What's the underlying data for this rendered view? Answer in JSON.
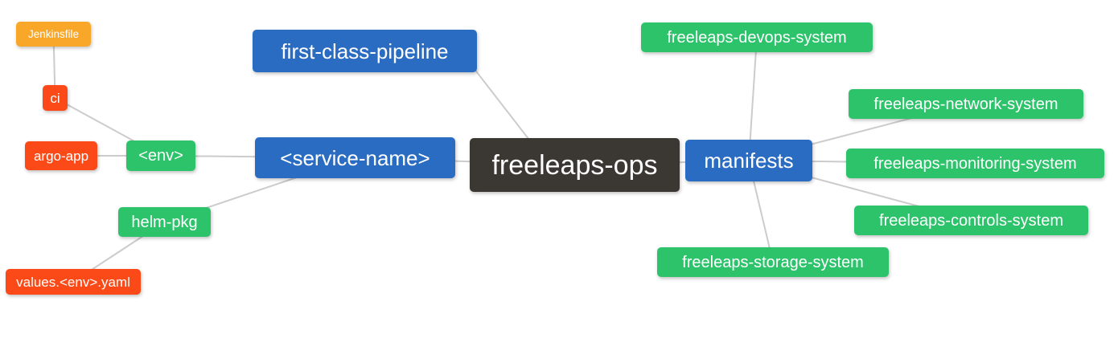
{
  "nodes": {
    "root": {
      "label": "freeleaps-ops"
    },
    "first_class_pipeline": {
      "label": "first-class-pipeline"
    },
    "service_name": {
      "label": "<service-name>"
    },
    "manifests": {
      "label": "manifests"
    },
    "env": {
      "label": "<env>"
    },
    "helm_pkg": {
      "label": "helm-pkg"
    },
    "ci": {
      "label": "ci"
    },
    "argo_app": {
      "label": "argo-app"
    },
    "jenkinsfile": {
      "label": "Jenkinsfile"
    },
    "values_yaml": {
      "label": "values.<env>.yaml"
    },
    "devops_system": {
      "label": "freeleaps-devops-system"
    },
    "network_system": {
      "label": "freeleaps-network-system"
    },
    "monitoring_system": {
      "label": "freeleaps-monitoring-system"
    },
    "controls_system": {
      "label": "freeleaps-controls-system"
    },
    "storage_system": {
      "label": "freeleaps-storage-system"
    }
  },
  "edges": [
    {
      "from": "root",
      "to": "first_class_pipeline"
    },
    {
      "from": "root",
      "to": "service_name"
    },
    {
      "from": "root",
      "to": "manifests"
    },
    {
      "from": "service_name",
      "to": "env"
    },
    {
      "from": "service_name",
      "to": "helm_pkg"
    },
    {
      "from": "env",
      "to": "ci"
    },
    {
      "from": "env",
      "to": "argo_app"
    },
    {
      "from": "ci",
      "to": "jenkinsfile"
    },
    {
      "from": "helm_pkg",
      "to": "values_yaml"
    },
    {
      "from": "manifests",
      "to": "devops_system"
    },
    {
      "from": "manifests",
      "to": "network_system"
    },
    {
      "from": "manifests",
      "to": "monitoring_system"
    },
    {
      "from": "manifests",
      "to": "controls_system"
    },
    {
      "from": "manifests",
      "to": "storage_system"
    }
  ],
  "colors": {
    "root_node": "#3b3733",
    "level1": "#2b6cc3",
    "level2": "#2cc36b",
    "level3": "#fb4a17",
    "level4": "#f9a728",
    "edge": "#cccccc"
  }
}
